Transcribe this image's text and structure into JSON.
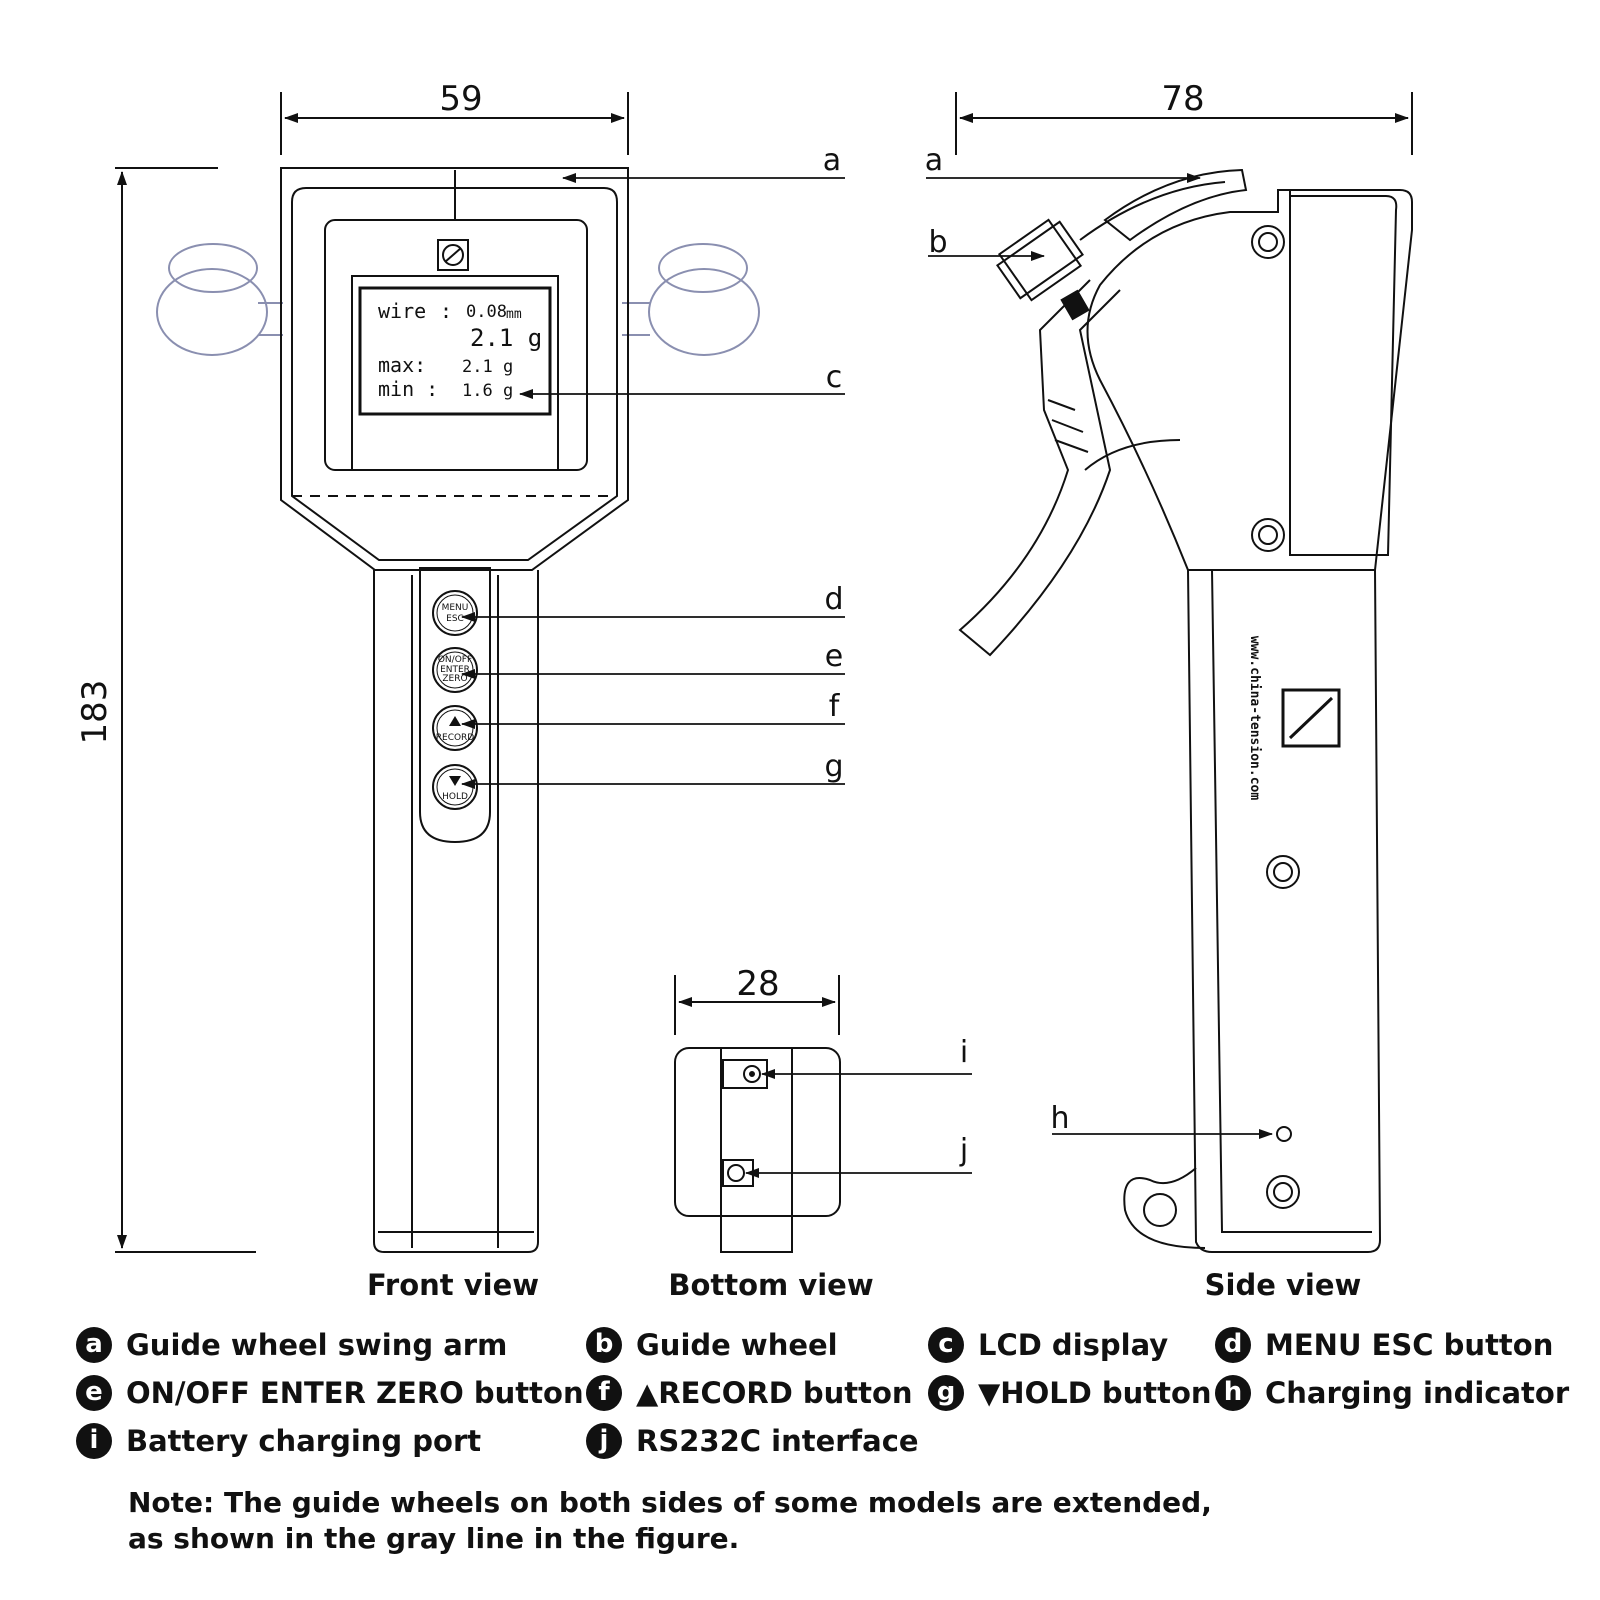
{
  "dimensions": {
    "front_width": "59",
    "front_height": "183",
    "side_width": "78",
    "bottom_width": "28"
  },
  "lcd": {
    "line1_label": "wire",
    "line1_sep": ":",
    "line1_value": "0.08",
    "line1_unit": "mm",
    "line2_value": "2.1 g",
    "line3_label": "max:",
    "line3_value": "2.1 g",
    "line4_label": "min :",
    "line4_value": "1.6 g"
  },
  "buttons": {
    "menu_top": "MENU",
    "menu_bottom": "ESC",
    "enter_top": "ON/OFF",
    "enter_mid": "ENTER",
    "enter_bottom": "ZERO",
    "record": "RECORD",
    "hold": "HOLD"
  },
  "side_url": "www.china-tension.com",
  "callouts": {
    "a": "a",
    "b": "b",
    "c": "c",
    "d": "d",
    "e": "e",
    "f": "f",
    "g": "g",
    "h": "h",
    "i": "i",
    "j": "j"
  },
  "views": {
    "front": "Front view",
    "bottom": "Bottom view",
    "side": "Side view"
  },
  "legend": [
    {
      "letter": "a",
      "text": "Guide wheel swing arm"
    },
    {
      "letter": "b",
      "text": "Guide wheel"
    },
    {
      "letter": "c",
      "text": "LCD display"
    },
    {
      "letter": "d",
      "text": "MENU ESC button"
    },
    {
      "letter": "e",
      "text": "ON/OFF ENTER ZERO button"
    },
    {
      "letter": "f",
      "text": "▲RECORD button"
    },
    {
      "letter": "g",
      "text": "▼HOLD button"
    },
    {
      "letter": "h",
      "text": "Charging indicator"
    },
    {
      "letter": "i",
      "text": "Battery charging port"
    },
    {
      "letter": "j",
      "text": "RS232C interface"
    }
  ],
  "note": {
    "line1": "Note: The guide wheels on both sides of some models are extended,",
    "line2": "as shown in the gray line in the figure."
  },
  "colors": {
    "line": "#111111",
    "gray_wheel": "#8a8fb0",
    "badge": "#111111"
  }
}
